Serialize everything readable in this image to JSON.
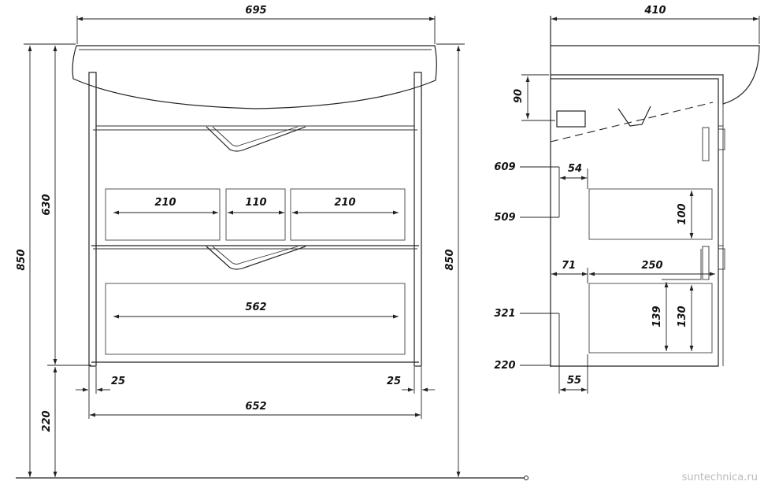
{
  "front": {
    "overall_width": "695",
    "overall_height": "850",
    "body_height": "630",
    "leg_height": "220",
    "base_width": "652",
    "left_inset": "25",
    "right_inset": "25",
    "drawer_left_width": "210",
    "drawer_center_width": "110",
    "drawer_right_width": "210",
    "lower_drawer_width": "562",
    "right_height": "850"
  },
  "side": {
    "depth": "410",
    "top_offset": "90",
    "level_upper": "609",
    "level_mid": "509",
    "level_low": "321",
    "level_base": "220",
    "offset_54": "54",
    "upper_drawer_height": "100",
    "offset_71": "71",
    "drawer_depth": "250",
    "lower_height_139": "139",
    "lower_height_130": "130",
    "bottom_offset": "55"
  },
  "watermark": "suntechnica.ru"
}
